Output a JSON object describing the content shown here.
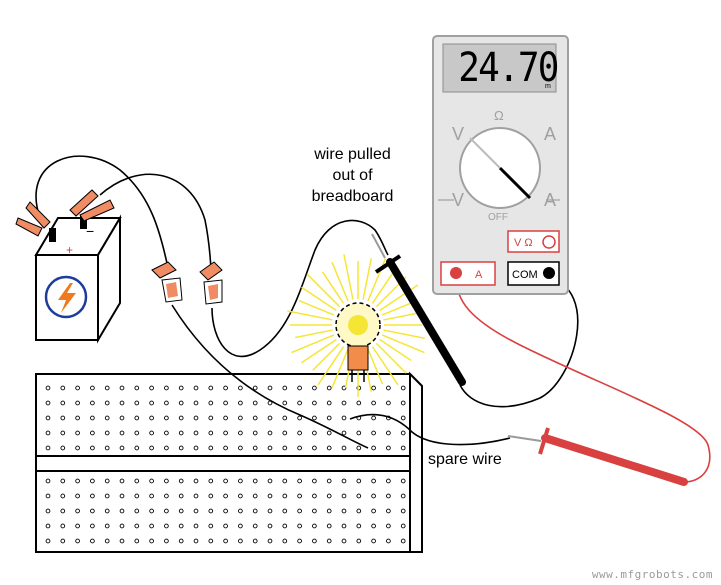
{
  "labels": {
    "wire_pulled": [
      "wire pulled",
      "out of",
      "breadboard"
    ],
    "spare_wire": "spare wire",
    "watermark": "www.mfgrobots.com"
  },
  "battery": {
    "plus": "+",
    "minus": "−",
    "icon": "lightning-bolt-icon"
  },
  "multimeter": {
    "display": "24.70",
    "display_suffix": "m",
    "dial": {
      "top": "Ω",
      "left_top": "V",
      "right_top": "A",
      "left_bottom": "V",
      "right_bottom": "A",
      "off": "OFF"
    },
    "jacks": {
      "volt_ohm": "V Ω",
      "amp": "A",
      "common": "COM"
    }
  },
  "colors": {
    "multimeter_body": "#e6e6e6",
    "multimeter_border": "#a0a0a0",
    "lcd": "#c8c8c8",
    "probe_red": "#d94040",
    "probe_black": "#111111",
    "battery_icon": "#1e3c9c",
    "bolt": "#f07a1e",
    "clip": "#f08c64",
    "bulb_glow": "#f5e636",
    "bulb_base": "#f28c4a"
  }
}
